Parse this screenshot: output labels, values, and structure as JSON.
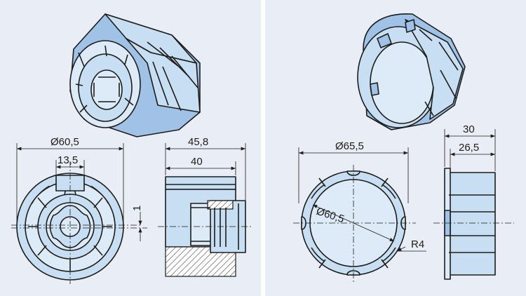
{
  "left_panel": {
    "dimensions": {
      "outer_diameter": "Ø60,5",
      "slot_width": "13,5",
      "center_offset": "1",
      "overall_length": "45,8",
      "body_length": "40"
    }
  },
  "right_panel": {
    "dimensions": {
      "outer_diameter": "Ø65,5",
      "inner_diameter": "Ø60,5",
      "corner_radius": "R4",
      "overall_length": "30",
      "body_length": "26,5"
    }
  },
  "colors": {
    "background": "#e9edf6",
    "part_fill": "#c8def2",
    "part_shadow": "#9fc2e6",
    "line": "#1d1d1b"
  }
}
